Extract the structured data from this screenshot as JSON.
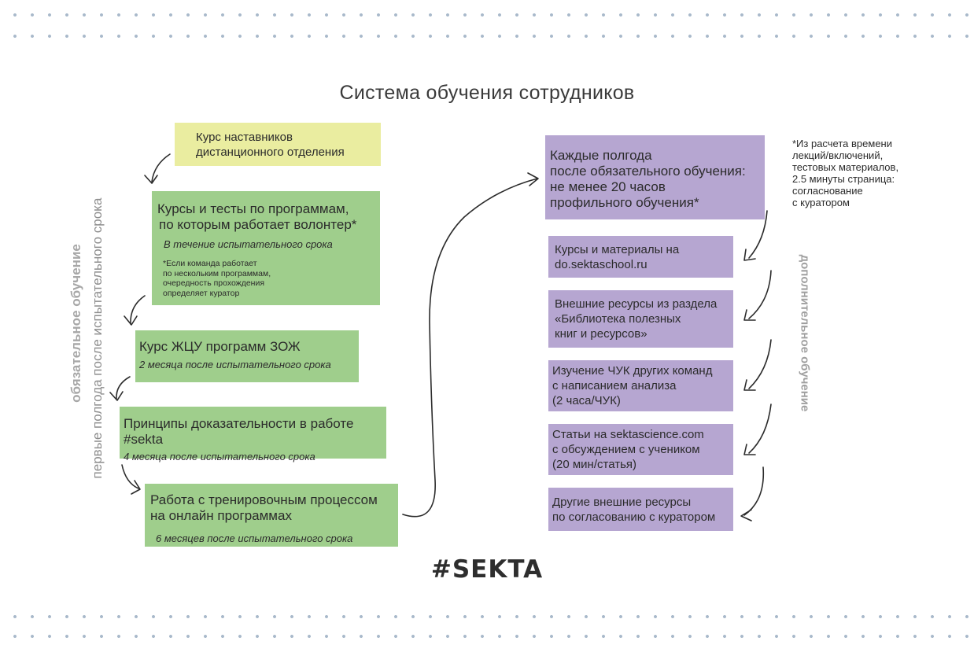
{
  "title": "Система обучения сотрудников",
  "logo": "#SEKTA",
  "left_side": {
    "label_bold": "обязательное обучение",
    "label_sub": "первые полгода после испытательного срока"
  },
  "right_side": {
    "label": "дополнительное обучение"
  },
  "boxes": {
    "mentors": {
      "line1": "Курс наставников",
      "line2": "дистанционного отделения"
    },
    "courses": {
      "line1": "Курсы и тесты по программам,",
      "line2": "по которым работает волонтер*",
      "period": "В течение испытательного срока",
      "note1": "*Если команда работает",
      "note2": "по нескольким программам,",
      "note3": "очередность прохождения",
      "note4": "определяет куратор"
    },
    "zhcu": {
      "line1": "Курс ЖЦУ программ ЗОЖ",
      "period": "2 месяца после испытательного срока"
    },
    "principles": {
      "line1": "Принципы доказательности в работе #sekta",
      "period": "4 месяца после испытательного срока"
    },
    "training": {
      "line1": "Работа с тренировочным процессом",
      "line2": "на онлайн программах",
      "period": "6 месяцев после испытательного срока"
    },
    "every_half": {
      "line1": "Каждые полгода",
      "line2": "после обязательного обучения:",
      "line3": "не менее 20 часов",
      "line4": "профильного обучения*"
    },
    "do_courses": {
      "line1": "Курсы и материалы на",
      "line2": "do.sektaschool.ru"
    },
    "external": {
      "line1": "Внешние ресурсы из раздела",
      "line2": "«Библиотека полезных",
      "line3": "книг и ресурсов»"
    },
    "chuk": {
      "line1": "Изучение ЧУК других команд",
      "line2": "с написанием анализа",
      "line3": "(2 часа/ЧУК)"
    },
    "articles": {
      "line1": "Статьи на sektascience.com",
      "line2": "с обсуждением с учеником",
      "line3": "(20 мин/статья)"
    },
    "other": {
      "line1": "Другие внешние ресурсы",
      "line2": "по согласованию с куратором"
    }
  },
  "footnote": {
    "line1": "*Из расчета времени",
    "line2": "лекций/включений,",
    "line3": "тестовых материалов,",
    "line4": "2.5 минуты страница:",
    "line5": "согласнование",
    "line6": "с куратором"
  },
  "colors": {
    "yellow": "#eaeda0",
    "green": "#9fce8c",
    "purple": "#b6a6d1",
    "dots": "#a9b9cb"
  }
}
